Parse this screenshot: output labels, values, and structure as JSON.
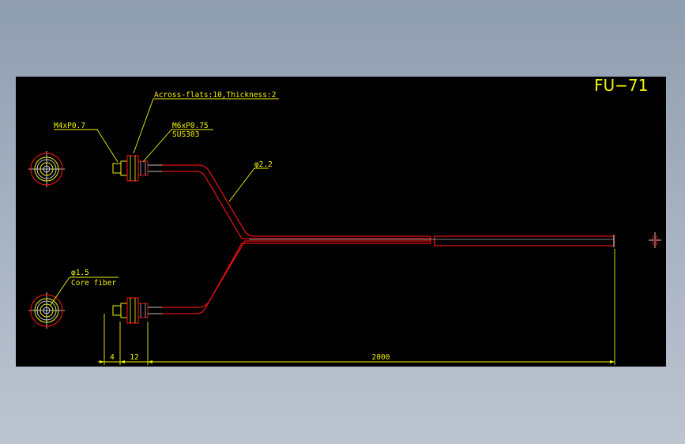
{
  "drawing": {
    "title": "FU−71",
    "labels": {
      "thread_small": "M4xP0.7",
      "across_flats": "Across-flats:10,Thickness:2",
      "thread_large": "M6xP0.75",
      "material": "SUS303",
      "cable_diameter": "φ2.2",
      "core_diameter": "φ1.5",
      "core_label": "Core fiber"
    },
    "dimensions": {
      "tip": "4",
      "body": "12",
      "length": "2000"
    }
  },
  "colors": {
    "background": "#000000",
    "fiber": "#e01010",
    "annotation": "#f2f200",
    "outline": "#ffffff"
  }
}
